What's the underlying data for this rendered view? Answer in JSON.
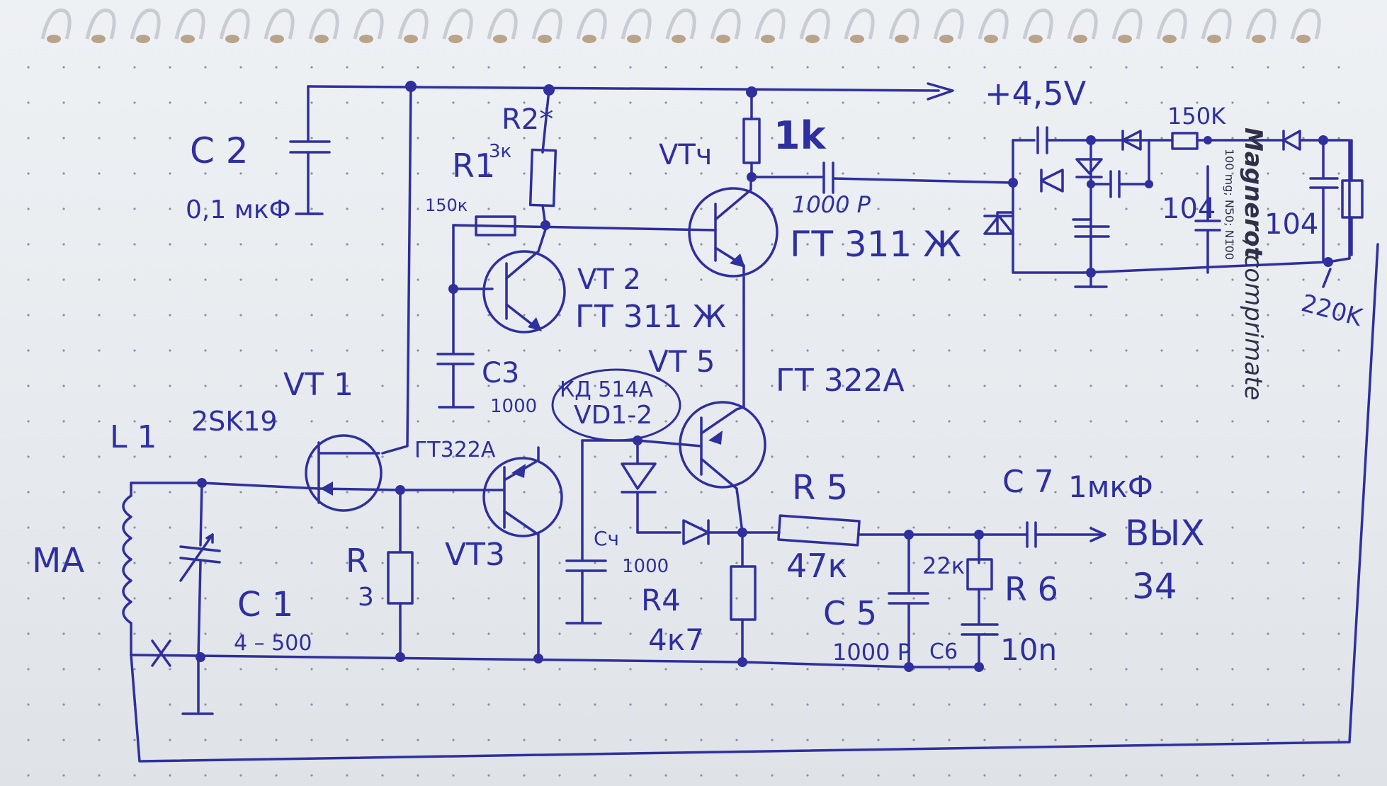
{
  "schematic": {
    "supply": "+4,5V",
    "c2": {
      "ref": "C 2",
      "value": "0,1 мкФ"
    },
    "r2": {
      "ref": "R2*",
      "value": "3к"
    },
    "r1": {
      "ref": "R1",
      "value": "150к"
    },
    "vt4": {
      "ref": "VTч",
      "res": "1k"
    },
    "c_1000": "1000 P",
    "vt4_type": "ГТ 311 Ж",
    "vt2": {
      "ref": "VT 2",
      "type": "ГТ 311 Ж"
    },
    "vt5": {
      "ref": "VT 5",
      "type": "ГТ 322А"
    },
    "diodes": {
      "type": "КД 514А",
      "ref": "VD1-2"
    },
    "vt1": {
      "ref": "VT 1",
      "type": "2SK19"
    },
    "c3": {
      "ref": "C3",
      "value": "1000"
    },
    "vt3": {
      "ref": "VT3",
      "type": "ГТ322А"
    },
    "l1": "L 1",
    "ma": "MA",
    "c1": {
      "ref": "C 1",
      "value": "4 – 500"
    },
    "r3": {
      "ref": "R",
      "value": "3"
    },
    "c4": {
      "ref": "Cч",
      "value": "1000"
    },
    "r4": {
      "ref": "R4",
      "value": "4к7"
    },
    "r5": {
      "ref": "R 5",
      "value": "47к"
    },
    "c7": {
      "ref": "C 7",
      "value": "1мкФ"
    },
    "out": {
      "label": "ВЫХ",
      "num": "34"
    },
    "c5": {
      "ref": "C 5",
      "value": "1000 P"
    },
    "r6": {
      "ref": "R 6",
      "value": "22к"
    },
    "c6": {
      "ref": "C6",
      "value": "10n"
    },
    "mult": {
      "r_top": "150K",
      "c_a": "104",
      "c_b": "104",
      "r_out": "220K"
    }
  },
  "notebook": {
    "brand": "Magnerot",
    "brand_tail": ", comprimate",
    "spec": "100 mg; N50; N100"
  },
  "colors": {
    "ink": "#2f2f9e",
    "paper": "#eef1f4",
    "ring": "#c9ccd2"
  }
}
